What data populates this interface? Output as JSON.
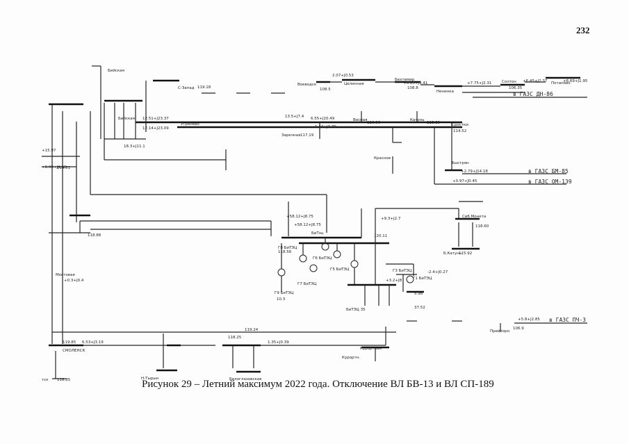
{
  "document": {
    "page_number": "232",
    "caption": "Рисунок 29 – Летний максимум 2022 года. Отключение ВЛ БВ-13 и ВЛ СП-189"
  },
  "scheme": {
    "external_ties": [
      {
        "id": "dn86",
        "label": "в ГАЗС ДН-86"
      },
      {
        "id": "bm85",
        "label": "в ГАЗС БМ-85"
      },
      {
        "id": "om139",
        "label": "в ГАЗС ОМ-139"
      },
      {
        "id": "pch3",
        "label": "в ГАЗС ПЧ-3"
      }
    ],
    "substations": [
      {
        "id": "biyskaya",
        "label": "Бийская"
      },
      {
        "id": "biyskaya2",
        "label": "Бийская"
      },
      {
        "id": "szapad",
        "label": "С-Запад"
      },
      {
        "id": "ugrenevo",
        "label": "Угренево"
      },
      {
        "id": "vovodsk",
        "label": "Воеводск"
      },
      {
        "id": "tselinnaya",
        "label": "Целинная"
      },
      {
        "id": "bekhtemir",
        "label": "Бехтемир"
      },
      {
        "id": "nenenka",
        "label": "Ненинка"
      },
      {
        "id": "soltony",
        "label": "Солтон"
      },
      {
        "id": "potapovo",
        "label": "Потапово"
      },
      {
        "id": "vesnaya",
        "label": "Весная"
      },
      {
        "id": "katun",
        "label": "Катунь"
      },
      {
        "id": "srostki",
        "label": "Сростки"
      },
      {
        "id": "zarechnaya",
        "label": "Заречная"
      },
      {
        "id": "krasnoe",
        "label": "Красное"
      },
      {
        "id": "bystrin",
        "label": "Быстрян"
      },
      {
        "id": "sib_moneta",
        "label": "Сиб.Монета"
      },
      {
        "id": "b_katun",
        "label": "Б.Катунь"
      },
      {
        "id": "btets",
        "label": "БиТэц"
      },
      {
        "id": "btets35",
        "label": "БиТЭЦ 35"
      },
      {
        "id": "mostovaya",
        "label": "Мостовая"
      },
      {
        "id": "smolensk",
        "label": "СМОЛЕНСК"
      },
      {
        "id": "tsk",
        "label": "тск"
      },
      {
        "id": "n_tyryn",
        "label": "Н-Тырын"
      },
      {
        "id": "beloglaz",
        "label": "Белоглазовская"
      },
      {
        "id": "kurortnaya",
        "label": "Курортная"
      },
      {
        "id": "kurortn2",
        "label": "Курортн."
      },
      {
        "id": "prejtorn",
        "label": "Прейторн"
      }
    ],
    "generators": [
      {
        "id": "g1",
        "label": "Г1 БиТЭЦ"
      },
      {
        "id": "g3",
        "label": "Г3 БиТЭЦ"
      },
      {
        "id": "g5",
        "label": "Г5 БиТЭЦ"
      },
      {
        "id": "g6",
        "label": "Г6 БиТЭЦ"
      },
      {
        "id": "g7",
        "label": "Г7 БиТЭЦ"
      },
      {
        "id": "g8",
        "label": "Г8 БиТЭЦ"
      },
      {
        "id": "g9",
        "label": "Г9 БиТЭЦ"
      }
    ],
    "flows": [
      {
        "id": "f1",
        "label": "+6.45+J2.37"
      },
      {
        "id": "f2",
        "label": "+6.69+J1.95"
      },
      {
        "id": "f3",
        "label": "+7.75+J2.31"
      },
      {
        "id": "f4",
        "label": "+6.65+J3.41"
      },
      {
        "id": "f5",
        "label": "2.07+J0.53"
      },
      {
        "id": "f6",
        "label": "6.55+J20.49"
      },
      {
        "id": "f7",
        "label": "1.44+J7.79"
      },
      {
        "id": "f8",
        "label": "12.51+J23.37"
      },
      {
        "id": "f9",
        "label": "12.14+J23.09"
      },
      {
        "id": "f10",
        "label": "18.3+J11.1"
      },
      {
        "id": "f11",
        "label": "+58.12+J8.75"
      },
      {
        "id": "f12",
        "label": "+58.12+J8.75"
      },
      {
        "id": "f13",
        "label": "+2.79+J14.18"
      },
      {
        "id": "f14",
        "label": "+0.97+J0.45"
      },
      {
        "id": "f15",
        "label": "6.53+J3.19"
      },
      {
        "id": "f16",
        "label": "1.35+J0.39"
      },
      {
        "id": "f17",
        "label": "+5.8+J2.85"
      },
      {
        "id": "f18",
        "label": "+6.99+J4.66"
      },
      {
        "id": "f19",
        "label": "+15.97"
      },
      {
        "id": "f20",
        "label": "+0.3+J0.4"
      },
      {
        "id": "f21",
        "label": "13.5+J7.4"
      },
      {
        "id": "f22",
        "label": "+3.2+J8"
      },
      {
        "id": "f23",
        "label": "-2.4+J0.27"
      },
      {
        "id": "f24",
        "label": "+9.3+J2.7"
      }
    ],
    "voltages": [
      {
        "id": "v1",
        "label": "119.18"
      },
      {
        "id": "v2",
        "label": "119.51"
      },
      {
        "id": "v3",
        "label": "119.85"
      },
      {
        "id": "v4",
        "label": "119.24"
      },
      {
        "id": "v5",
        "label": "118.25"
      },
      {
        "id": "v6",
        "label": "118.85"
      },
      {
        "id": "v7",
        "label": "120.11"
      },
      {
        "id": "v8",
        "label": "118.88"
      },
      {
        "id": "v9",
        "label": "118.56"
      },
      {
        "id": "v10",
        "label": "108.5"
      },
      {
        "id": "v11",
        "label": "106.9"
      },
      {
        "id": "v12",
        "label": "115.39"
      },
      {
        "id": "v13",
        "label": "116.96"
      },
      {
        "id": "v14",
        "label": "117.19"
      },
      {
        "id": "v15",
        "label": "118.60"
      },
      {
        "id": "v16",
        "label": "115.92"
      },
      {
        "id": "v17",
        "label": "5.98"
      },
      {
        "id": "v18",
        "label": "37.52"
      },
      {
        "id": "v19",
        "label": "10.3"
      },
      {
        "id": "v20",
        "label": "106.35"
      },
      {
        "id": "v21",
        "label": "108.8"
      },
      {
        "id": "v22",
        "label": "114.52"
      }
    ]
  }
}
